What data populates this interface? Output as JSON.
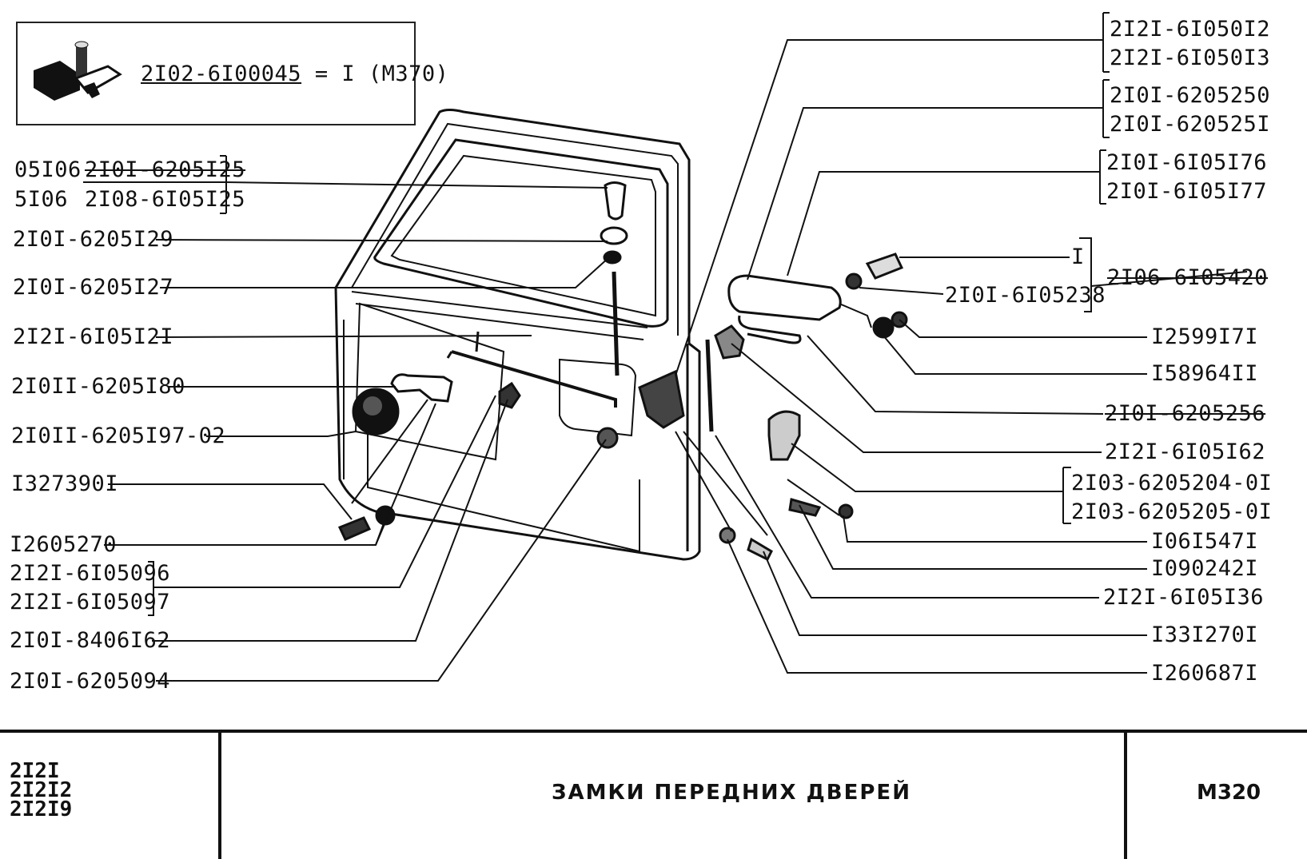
{
  "legend": {
    "code": "2I02-6I00045",
    "suffix": " = I (М370)"
  },
  "left_labels": {
    "a1_prefix": "05I06",
    "a1_code": "2I0I-6205I25",
    "a2_prefix": "5I06",
    "a2_code": "2I08-6I05I25",
    "l3": "2I0I-6205I29",
    "l4": "2I0I-6205I27",
    "l5": "2I2I-6I05I2I",
    "l6": "2I0II-6205I80",
    "l7": "2I0II-6205I97-02",
    "l8": "I327390I",
    "l9": "I2605270",
    "l10": "2I2I-6I05096",
    "l11": "2I2I-6I05097",
    "l12": "2I0I-8406I62",
    "l13": "2I0I-6205094"
  },
  "right_labels": {
    "r1": "2I2I-6I050I2",
    "r2": "2I2I-6I050I3",
    "r3": "2I0I-6205250",
    "r4": "2I0I-620525I",
    "r5": "2I0I-6I05I76",
    "r6": "2I0I-6I05I77",
    "r7": "I",
    "r8": "2I06-6I05420",
    "r9": "2I0I-6I05238",
    "r10": "I2599I7I",
    "r11": "I58964II",
    "r12": "2I0I-6205256",
    "r13": "2I2I-6I05I62",
    "r14": "2I03-6205204-0I",
    "r15": "2I03-6205205-0I",
    "r16": "I06I547I",
    "r17": "I090242I",
    "r18": "2I2I-6I05I36",
    "r19": "I33I270I",
    "r20": "I260687I"
  },
  "title_block": {
    "models": [
      "2I2I",
      "2I2I2",
      "2I2I9"
    ],
    "title": "ЗАМКИ ПЕРЕДНИХ ДВЕРЕЙ",
    "page": "М320"
  }
}
